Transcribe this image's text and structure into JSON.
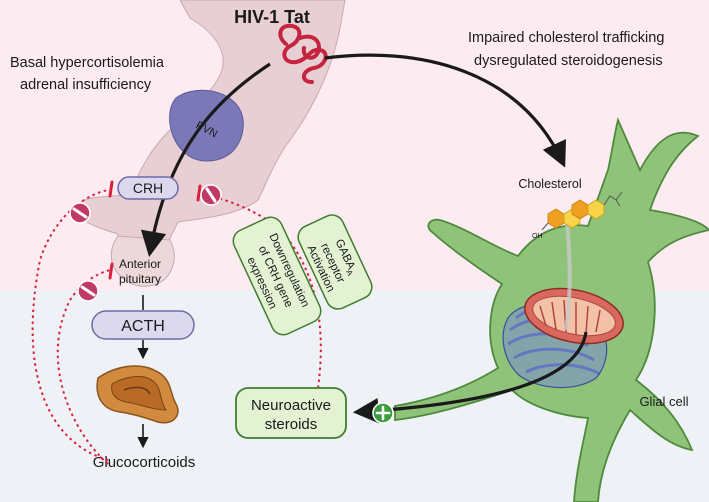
{
  "title": "HIV-1 Tat",
  "left_caption": [
    "Basal hypercortisolemia",
    "adrenal insufficiency"
  ],
  "right_caption": [
    "Impaired cholesterol trafficking",
    "dysregulated steroidogenesis"
  ],
  "pvn_label": "PVN",
  "crh_label": "CRH",
  "anterior_pituitary_label": [
    "Anterior",
    "pituitary"
  ],
  "acth_label": "ACTH",
  "glucocorticoids_label": "Glucocorticoids",
  "cholesterol_label": "Cholesterol",
  "oh_label": "OH",
  "gaba_box": {
    "line1": "GABA",
    "subscript": "A",
    "line2": "receptor",
    "line3": "Activation"
  },
  "crh_down_box": [
    "Downregulation",
    "of CRH gene",
    "expression"
  ],
  "neuroactive_box": [
    "Neuroactive",
    "steroids"
  ],
  "glial_label": "Glial cell",
  "colors": {
    "top_bg": "#fdebf2",
    "bottom_bg": "#eef2f6",
    "brain_tissue": "#e8cfd4",
    "pvn": "#7b78b8",
    "pill_fill": "#dcd9ef",
    "pill_stroke": "#6e6aa5",
    "green_box_fill": "#e3f2d3",
    "green_box_stroke": "#3f7d2e",
    "glial_fill": "#8fc37a",
    "glial_stroke": "#4f8a3c",
    "inhibit_red": "#d8213a",
    "inhibit_badge": "#c03a68",
    "plus_green": "#3a9b3f",
    "adrenal": "#d18a3e",
    "cholesterol_orange": "#f0a020",
    "cholesterol_yellow": "#f7d44a"
  },
  "icons": [
    "tat-protein-icon",
    "inhibition-badge-icon",
    "plus-badge-icon",
    "adrenal-gland-icon",
    "mitochondrion-icon",
    "endoplasmic-reticulum-icon",
    "cholesterol-molecule-icon"
  ]
}
